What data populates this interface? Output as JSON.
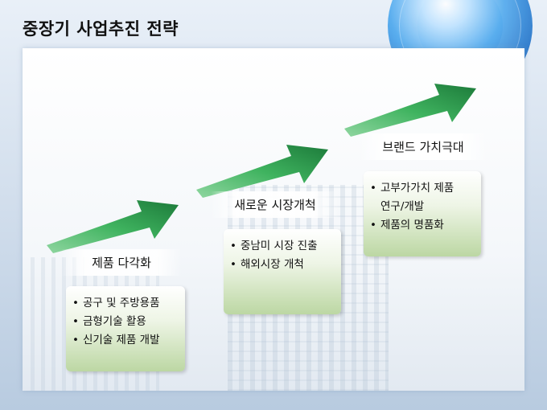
{
  "title": "중장기 사업추진 전략",
  "colors": {
    "arrow_dark": "#1f7a3c",
    "arrow_light": "#4cc36d",
    "box_green": "#bcd7a3"
  },
  "stages": [
    {
      "label": "제품 다각화",
      "items": [
        "공구 및 주방용품",
        "금형기술 활용",
        "신기술 제품 개발"
      ]
    },
    {
      "label": "새로운 시장개척",
      "items": [
        "중남미 시장 진출",
        "해외시장 개척"
      ]
    },
    {
      "label": "브랜드 가치극대",
      "items": [
        "고부가가치 제품",
        "연구/개발",
        "제품의 명품화"
      ]
    }
  ],
  "bullet": "•"
}
